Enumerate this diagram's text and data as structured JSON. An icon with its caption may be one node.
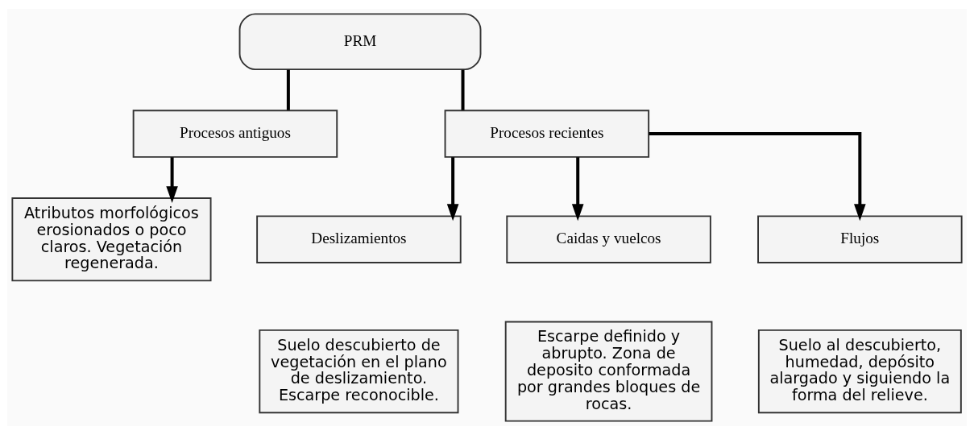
{
  "diagram": {
    "nodes": [
      {
        "text": [
          "PRM"
        ]
      },
      {
        "text": [
          "Procesos antiguos"
        ]
      },
      {
        "text": [
          "Procesos recientes"
        ]
      },
      {
        "text": [
          "Atributos morfológicos erosionados o poco claros. Vegetación regenerada."
        ]
      },
      {
        "text": [
          "Deslizamientos"
        ]
      },
      {
        "text": [
          "Caidas y vuelcos"
        ]
      },
      {
        "text": [
          "Flujos"
        ]
      },
      {
        "text": [
          "Suelo descubierto de vegetación en el plano de deslizamiento. Escarpe reconocible."
        ]
      },
      {
        "text": [
          "Escarpe definido y abrupto. Zona de deposito conformada por grandes bloques de rocas."
        ]
      },
      {
        "text": [
          "Suelo al descubierto, humedad, depósito alargado y siguiendo la forma del relieve."
        ]
      }
    ],
    "edges": [
      {
        "from": 0,
        "to": 1,
        "arrow": "none"
      },
      {
        "from": 0,
        "to": 2,
        "arrow": "none"
      },
      {
        "from": 1,
        "to": 3,
        "arrow": "to"
      },
      {
        "from": 2,
        "to": 4,
        "arrow": "to"
      },
      {
        "from": 2,
        "to": 5,
        "arrow": "to"
      },
      {
        "from": 2,
        "to": 6,
        "arrow": "to"
      }
    ]
  }
}
